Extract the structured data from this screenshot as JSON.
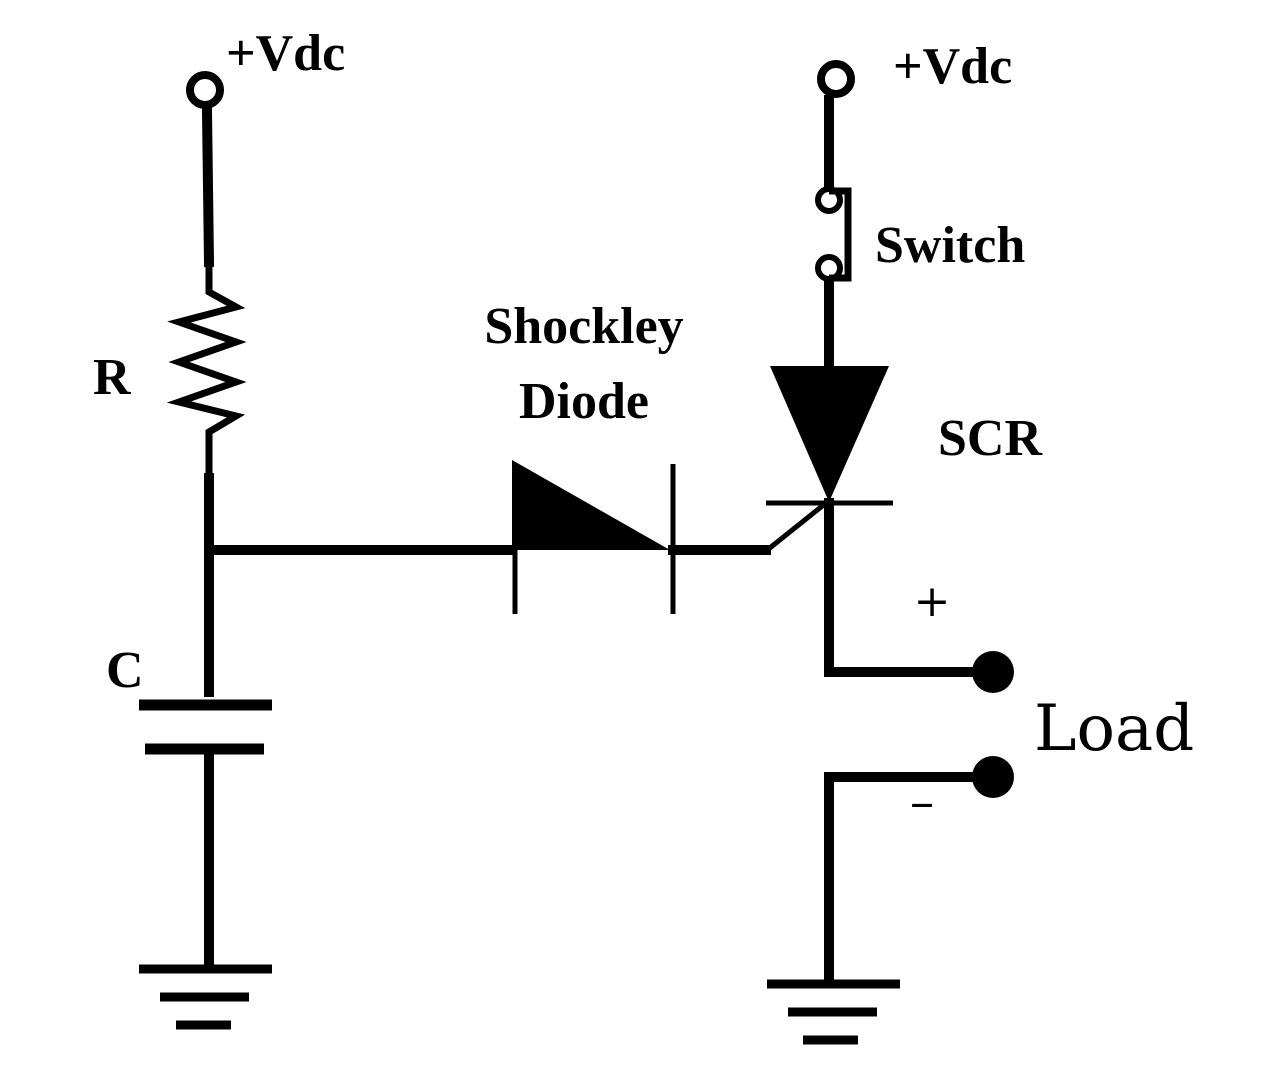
{
  "labels": {
    "vdc_left": "+Vdc",
    "vdc_right": "+Vdc",
    "resistor": "R",
    "capacitor": "C",
    "shockley_line1": "Shockley",
    "shockley_line2": "Diode",
    "switch": "Switch",
    "scr": "SCR",
    "plus": "+",
    "minus": "–",
    "load": "Load"
  },
  "colors": {
    "line": "#000000",
    "background": "#ffffff"
  }
}
